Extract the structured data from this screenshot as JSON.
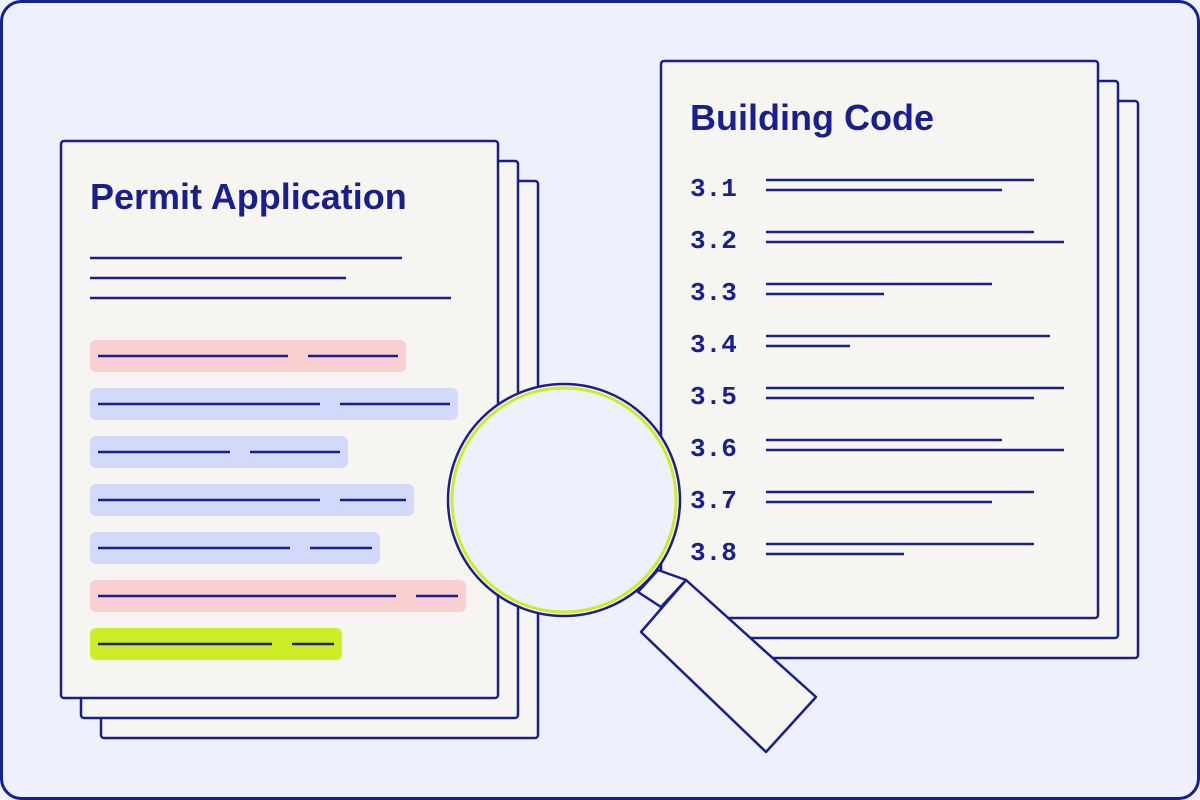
{
  "colors": {
    "background": "#eef1fd",
    "ink": "#1a1f8f",
    "paper": "#f7f5f2",
    "highlight_red": "#f9cfd0",
    "highlight_blue": "#d3d9fa",
    "highlight_green": "#cdec25",
    "lens_ring": "#cdec25",
    "lens_fill": "#eef1fd"
  },
  "permit_application": {
    "title": "Permit Application",
    "highlights": [
      "red",
      "blue",
      "blue",
      "blue",
      "blue",
      "red",
      "green"
    ]
  },
  "building_code": {
    "title": "Building Code",
    "sections": [
      "3.1",
      "3.2",
      "3.3",
      "3.4",
      "3.5",
      "3.6",
      "3.7",
      "3.8"
    ]
  },
  "magnifier": {
    "icon": "magnifying-glass-icon"
  }
}
